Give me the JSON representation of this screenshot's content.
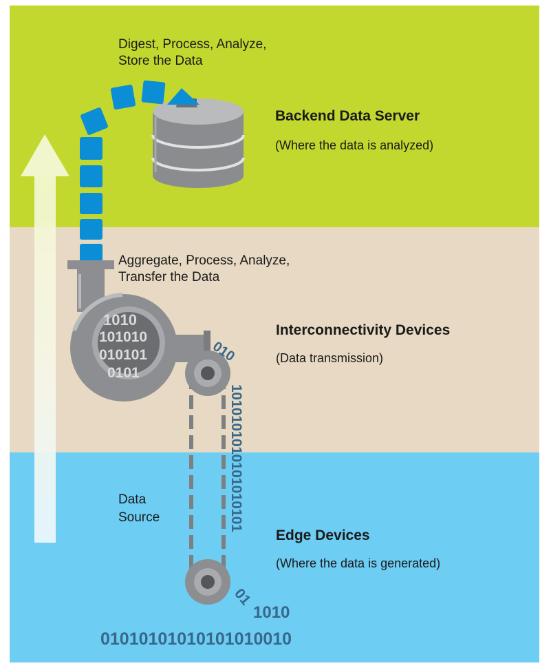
{
  "top": {
    "step_line1": "Digest, Process, Analyze,",
    "step_line2": "Store the Data",
    "title": "Backend Data Server",
    "subtitle": "(Where the data is analyzed)"
  },
  "middle": {
    "step_line1": "Aggregate, Process, Analyze,",
    "step_line2": "Transfer the Data",
    "title": "Interconnectivity Devices",
    "subtitle": "(Data transmission)"
  },
  "bottom": {
    "source_line1": "Data",
    "source_line2": "Source",
    "title": "Edge Devices",
    "subtitle": "(Where the data is generated)"
  },
  "binary": {
    "pump_row1": "1010",
    "pump_row2": "101010",
    "pump_row3": "010101",
    "pump_row4": "0101",
    "belt_curve": "010",
    "belt_column": "1010101010101010101",
    "bottom_curve": "01",
    "bottom_small": "1010",
    "bottom_row": "01010101010101010010"
  },
  "colors": {
    "backend_band": "#c3d82e",
    "interconnect_band": "#e7d9c3",
    "edge_band": "#6dcdf3",
    "data_packet": "#0b8ed6",
    "binary_text": "#37678a"
  }
}
